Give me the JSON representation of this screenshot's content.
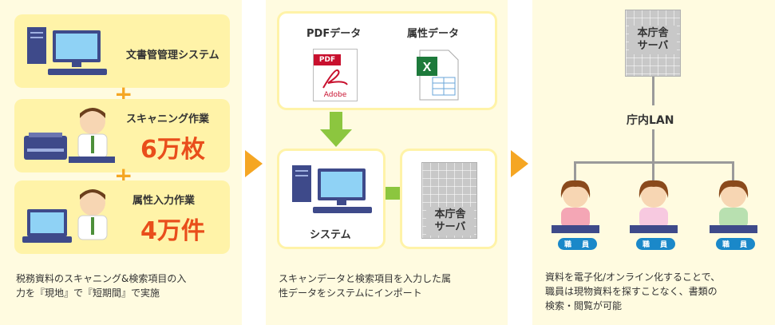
{
  "panel1": {
    "box1_label": "文書管管理システム",
    "box2_label": "スキャニング作業",
    "box2_value": "6万枚",
    "box3_label": "属性入力作業",
    "box3_value": "4万件",
    "plus": "+",
    "caption_line1": "税務資料のスキャニング&検索項目の入",
    "caption_line2": "力を『現地』で『短期間』で実施"
  },
  "panel2": {
    "pdf_label": "PDFデータ",
    "attr_label": "属性データ",
    "pdf_icon_top": "PDF",
    "pdf_icon_bottom": "Adobe",
    "system_label": "システム",
    "server_label_1": "本庁舎",
    "server_label_2": "サーバ",
    "caption_line1": "スキャンデータと検索項目を入力した属",
    "caption_line2": "性データをシステムにインポート"
  },
  "panel3": {
    "server_label_1": "本庁舎",
    "server_label_2": "サーバ",
    "lan_label": "庁内LAN",
    "staff_badges": [
      "職　員",
      "職　員",
      "職　員"
    ],
    "caption_line1": "資料を電子化/オンライン化することで、",
    "caption_line2": "職員は現物資料を探すことなく、書類の",
    "caption_line3": "検索・閲覧が可能"
  },
  "colors": {
    "accent": "#e94e1b",
    "arrow": "#f5a623",
    "green_arrow": "#8cc63f",
    "badge": "#1a88c9"
  }
}
